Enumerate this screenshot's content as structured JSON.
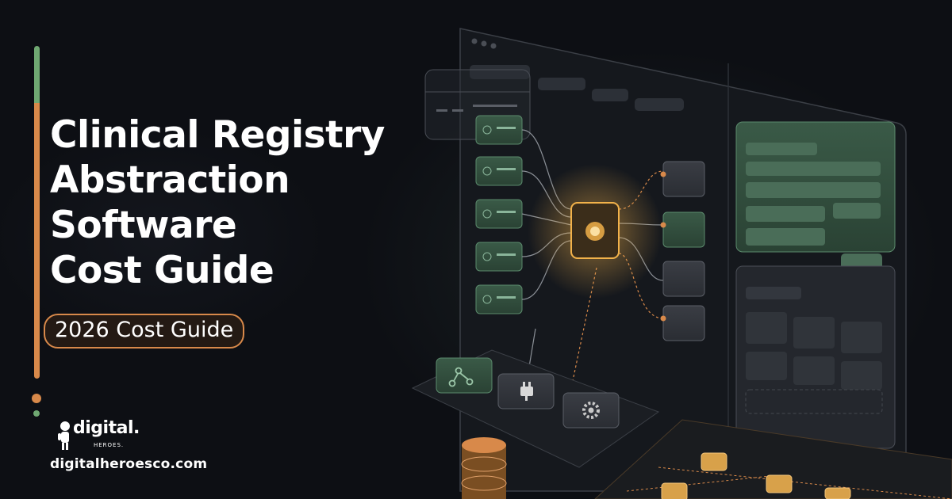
{
  "hero": {
    "title_lines": [
      "Clinical Registry",
      "Abstraction",
      "Software",
      "Cost Guide"
    ],
    "badge": "2026 Cost Guide"
  },
  "brand": {
    "logo_word": "digital.",
    "logo_sub": "HEROES.",
    "site_url": "digitalheroesco.com"
  },
  "colors": {
    "background": "#0d0f14",
    "accent_orange": "#d8894a",
    "accent_green": "#6fa872",
    "panel_green": "#2e4a3a",
    "chip_glow": "#f2b24a"
  },
  "icons": [
    "hierarchy-icon",
    "plug-icon",
    "gear-icon",
    "database-icon",
    "processor-chip-icon"
  ]
}
